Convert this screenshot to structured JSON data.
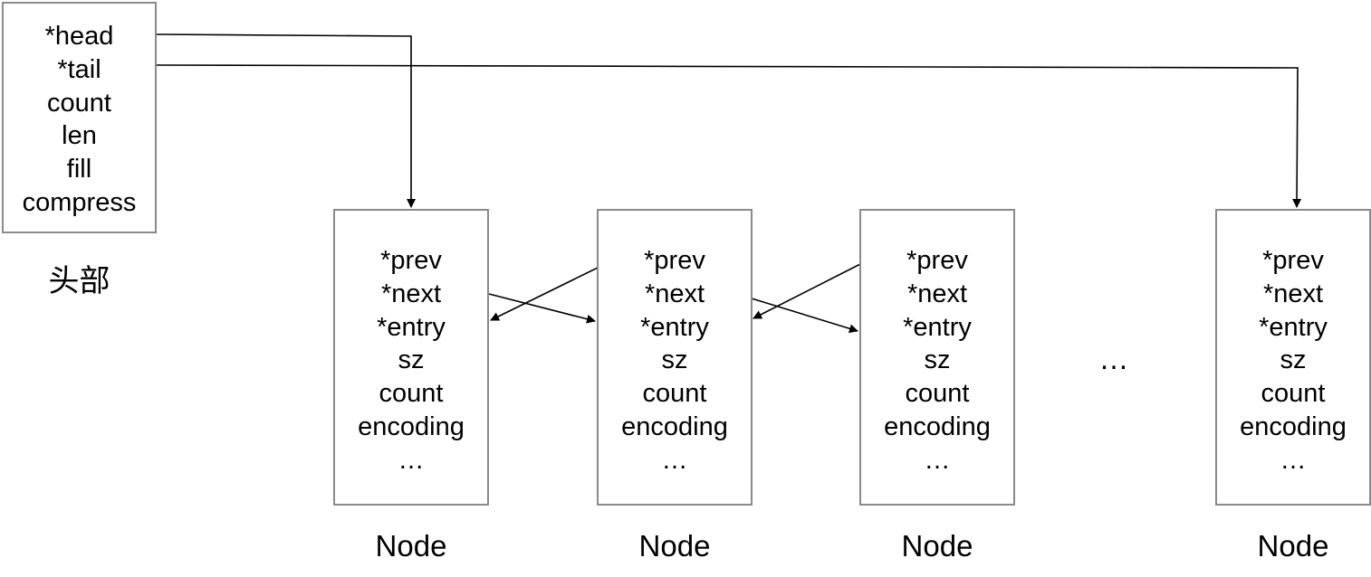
{
  "head": {
    "fields": [
      "*head",
      "*tail",
      "count",
      "len",
      "fill",
      "compress"
    ],
    "label": "头部"
  },
  "nodes": [
    {
      "fields": [
        "*prev",
        "*next",
        "*entry",
        "sz",
        "count",
        "encoding",
        "…"
      ],
      "label": "Node"
    },
    {
      "fields": [
        "*prev",
        "*next",
        "*entry",
        "sz",
        "count",
        "encoding",
        "…"
      ],
      "label": "Node"
    },
    {
      "fields": [
        "*prev",
        "*next",
        "*entry",
        "sz",
        "count",
        "encoding",
        "…"
      ],
      "label": "Node"
    },
    {
      "fields": [
        "*prev",
        "*next",
        "*entry",
        "sz",
        "count",
        "encoding",
        "…"
      ],
      "label": "Node"
    }
  ],
  "gap_ellipsis": "…"
}
